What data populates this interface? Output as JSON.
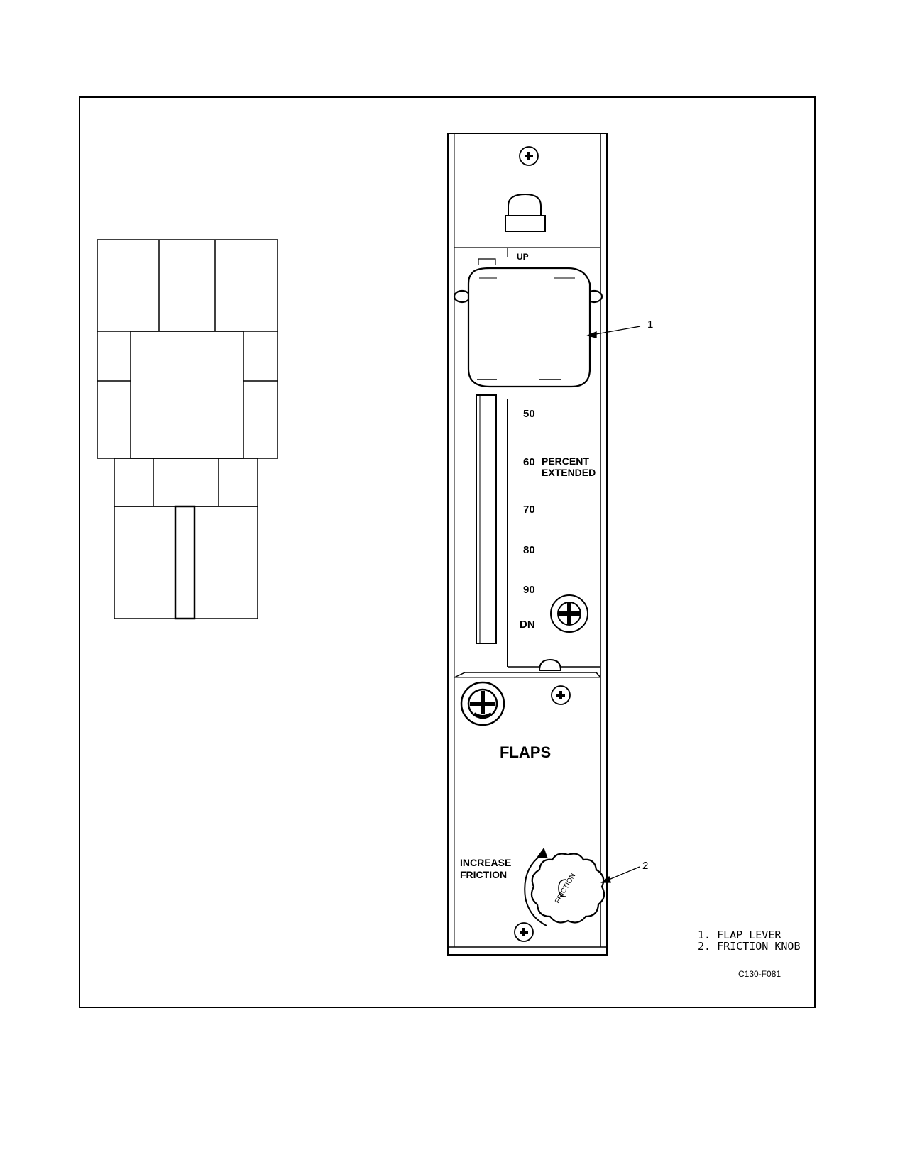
{
  "panel": {
    "up_label": "UP",
    "scale": [
      "50",
      "60",
      "70",
      "80",
      "90",
      "DN"
    ],
    "percent_label_line1": "PERCENT",
    "percent_label_line2": "EXTENDED",
    "flaps_label": "FLAPS",
    "increase_line1": "INCREASE",
    "increase_line2": "FRICTION",
    "knob_text": "FRICTION"
  },
  "callouts": {
    "one": "1",
    "two": "2"
  },
  "legend": [
    "1. FLAP LEVER",
    "2. FRICTION KNOB"
  ],
  "figure_code": "C130-F081",
  "colors": {
    "line": "#000000",
    "background": "#ffffff"
  }
}
